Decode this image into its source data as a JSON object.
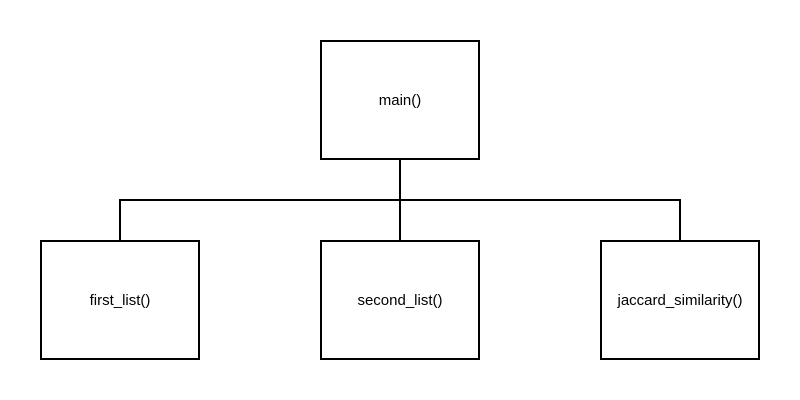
{
  "diagram": {
    "root": {
      "label": "main()"
    },
    "children": [
      {
        "label": "first_list()"
      },
      {
        "label": "second_list()"
      },
      {
        "label": "jaccard_similarity()"
      }
    ]
  },
  "colors": {
    "stroke": "#000000",
    "fill": "#ffffff",
    "text": "#000000"
  }
}
